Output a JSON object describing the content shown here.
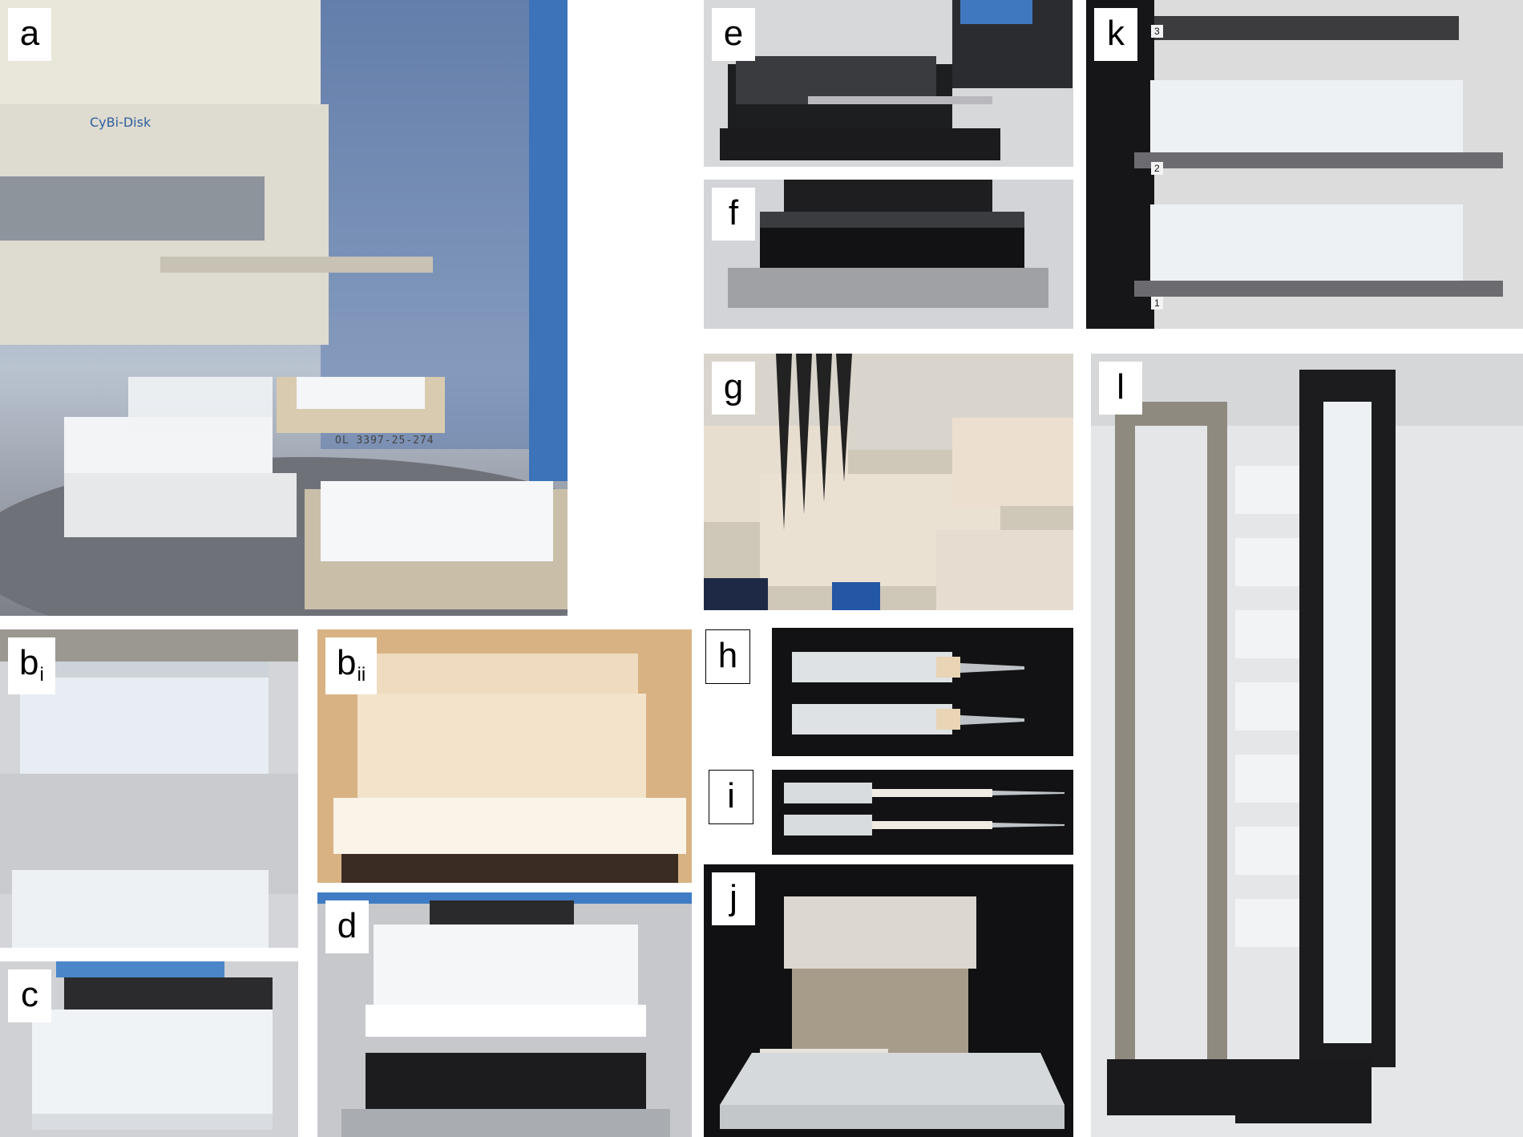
{
  "panels": {
    "a": {
      "label": "a",
      "brand": "CyBi-Disk",
      "stamp": "OL 3397-25-274"
    },
    "bi": {
      "label": "b",
      "sub": "i"
    },
    "bii": {
      "label": "b",
      "sub": "ii"
    },
    "c": {
      "label": "c"
    },
    "d": {
      "label": "d"
    },
    "e": {
      "label": "e"
    },
    "f": {
      "label": "f"
    },
    "g": {
      "label": "g"
    },
    "h": {
      "label": "h"
    },
    "i": {
      "label": "i"
    },
    "j": {
      "label": "j"
    },
    "k": {
      "label": "k",
      "shelves": [
        "3",
        "2",
        "1"
      ]
    },
    "l": {
      "label": "l"
    }
  }
}
